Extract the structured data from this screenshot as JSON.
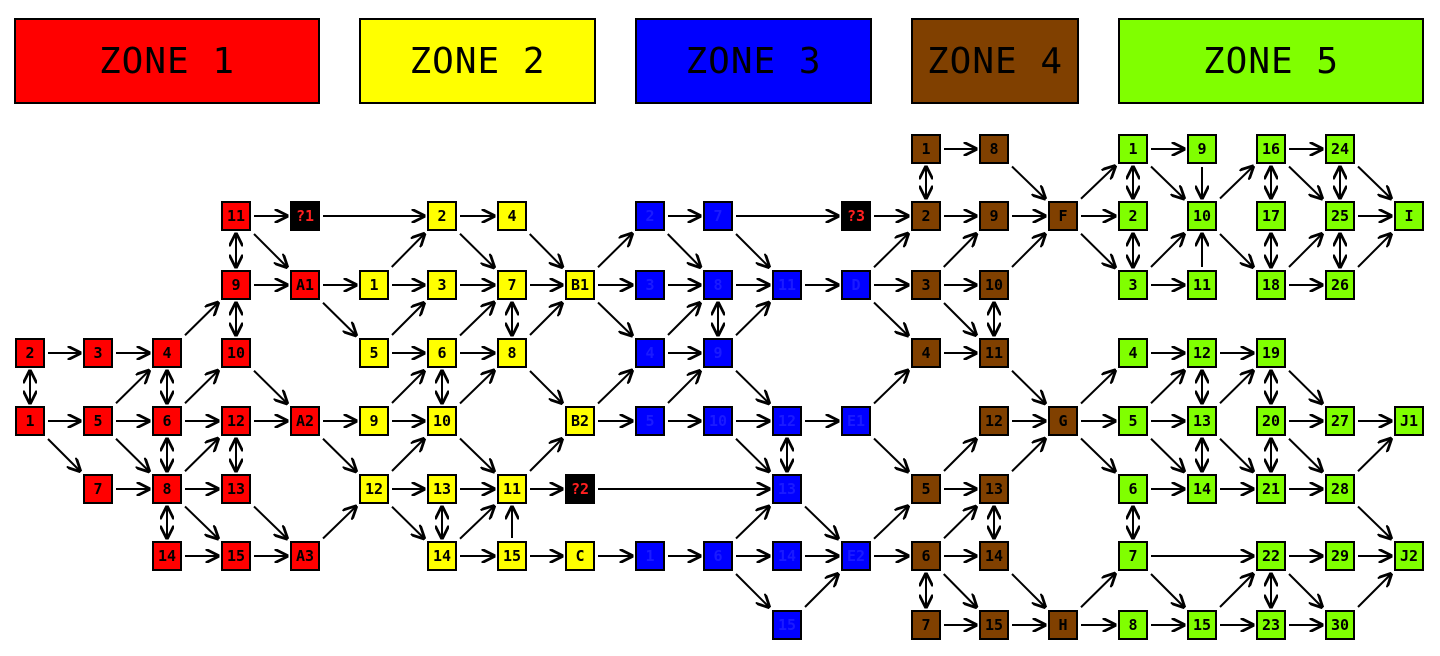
{
  "zones": [
    {
      "id": "zone-1",
      "label": "ZONE 1",
      "color": "#ff0000"
    },
    {
      "id": "zone-2",
      "label": "ZONE 2",
      "color": "#ffff00"
    },
    {
      "id": "zone-3",
      "label": "ZONE 3",
      "color": "#0000ff"
    },
    {
      "id": "zone-4",
      "label": "ZONE 4",
      "color": "#804000"
    },
    {
      "id": "zone-5",
      "label": "ZONE 5",
      "color": "#80ff00"
    }
  ],
  "special_color": "#000000",
  "special_text_color": "#ff2020",
  "nodes": [
    {
      "id": "z1-1",
      "label": "1",
      "zone": 1
    },
    {
      "id": "z1-2",
      "label": "2",
      "zone": 1
    },
    {
      "id": "z1-3",
      "label": "3",
      "zone": 1
    },
    {
      "id": "z1-4",
      "label": "4",
      "zone": 1
    },
    {
      "id": "z1-5",
      "label": "5",
      "zone": 1
    },
    {
      "id": "z1-6",
      "label": "6",
      "zone": 1
    },
    {
      "id": "z1-7",
      "label": "7",
      "zone": 1
    },
    {
      "id": "z1-8",
      "label": "8",
      "zone": 1
    },
    {
      "id": "z1-9",
      "label": "9",
      "zone": 1
    },
    {
      "id": "z1-10",
      "label": "10",
      "zone": 1
    },
    {
      "id": "z1-11",
      "label": "11",
      "zone": 1
    },
    {
      "id": "z1-12",
      "label": "12",
      "zone": 1
    },
    {
      "id": "z1-13",
      "label": "13",
      "zone": 1
    },
    {
      "id": "z1-14",
      "label": "14",
      "zone": 1
    },
    {
      "id": "z1-15",
      "label": "15",
      "zone": 1
    },
    {
      "id": "A1",
      "label": "A1",
      "zone": 1
    },
    {
      "id": "A2",
      "label": "A2",
      "zone": 1
    },
    {
      "id": "A3",
      "label": "A3",
      "zone": 1
    },
    {
      "id": "q1",
      "label": "?1",
      "zone": 0
    },
    {
      "id": "q2",
      "label": "?2",
      "zone": 0
    },
    {
      "id": "q3",
      "label": "?3",
      "zone": 0
    },
    {
      "id": "z2-1",
      "label": "1",
      "zone": 2
    },
    {
      "id": "z2-2",
      "label": "2",
      "zone": 2
    },
    {
      "id": "z2-3",
      "label": "3",
      "zone": 2
    },
    {
      "id": "z2-4",
      "label": "4",
      "zone": 2
    },
    {
      "id": "z2-5",
      "label": "5",
      "zone": 2
    },
    {
      "id": "z2-6",
      "label": "6",
      "zone": 2
    },
    {
      "id": "z2-7",
      "label": "7",
      "zone": 2
    },
    {
      "id": "z2-8",
      "label": "8",
      "zone": 2
    },
    {
      "id": "z2-9",
      "label": "9",
      "zone": 2
    },
    {
      "id": "z2-10",
      "label": "10",
      "zone": 2
    },
    {
      "id": "z2-11",
      "label": "11",
      "zone": 2
    },
    {
      "id": "z2-12",
      "label": "12",
      "zone": 2
    },
    {
      "id": "z2-13",
      "label": "13",
      "zone": 2
    },
    {
      "id": "z2-14",
      "label": "14",
      "zone": 2
    },
    {
      "id": "z2-15",
      "label": "15",
      "zone": 2
    },
    {
      "id": "B1",
      "label": "B1",
      "zone": 2
    },
    {
      "id": "B2",
      "label": "B2",
      "zone": 2
    },
    {
      "id": "C",
      "label": "C",
      "zone": 2
    },
    {
      "id": "z3-1",
      "label": "1",
      "zone": 3
    },
    {
      "id": "z3-2",
      "label": "2",
      "zone": 3
    },
    {
      "id": "z3-3",
      "label": "3",
      "zone": 3
    },
    {
      "id": "z3-4",
      "label": "4",
      "zone": 3
    },
    {
      "id": "z3-5",
      "label": "5",
      "zone": 3
    },
    {
      "id": "z3-6",
      "label": "6",
      "zone": 3
    },
    {
      "id": "z3-7",
      "label": "7",
      "zone": 3
    },
    {
      "id": "z3-8",
      "label": "8",
      "zone": 3
    },
    {
      "id": "z3-9",
      "label": "9",
      "zone": 3
    },
    {
      "id": "z3-10",
      "label": "10",
      "zone": 3
    },
    {
      "id": "z3-11",
      "label": "11",
      "zone": 3
    },
    {
      "id": "z3-12",
      "label": "12",
      "zone": 3
    },
    {
      "id": "z3-13",
      "label": "13",
      "zone": 3
    },
    {
      "id": "z3-14",
      "label": "14",
      "zone": 3
    },
    {
      "id": "z3-15",
      "label": "15",
      "zone": 3
    },
    {
      "id": "D",
      "label": "D",
      "zone": 3
    },
    {
      "id": "E1",
      "label": "E1",
      "zone": 3
    },
    {
      "id": "E2",
      "label": "E2",
      "zone": 3
    },
    {
      "id": "z4-1",
      "label": "1",
      "zone": 4
    },
    {
      "id": "z4-2",
      "label": "2",
      "zone": 4
    },
    {
      "id": "z4-3",
      "label": "3",
      "zone": 4
    },
    {
      "id": "z4-4",
      "label": "4",
      "zone": 4
    },
    {
      "id": "z4-5",
      "label": "5",
      "zone": 4
    },
    {
      "id": "z4-6",
      "label": "6",
      "zone": 4
    },
    {
      "id": "z4-7",
      "label": "7",
      "zone": 4
    },
    {
      "id": "z4-8",
      "label": "8",
      "zone": 4
    },
    {
      "id": "z4-9",
      "label": "9",
      "zone": 4
    },
    {
      "id": "z4-10",
      "label": "10",
      "zone": 4
    },
    {
      "id": "z4-11",
      "label": "11",
      "zone": 4
    },
    {
      "id": "z4-12",
      "label": "12",
      "zone": 4
    },
    {
      "id": "z4-13",
      "label": "13",
      "zone": 4
    },
    {
      "id": "z4-14",
      "label": "14",
      "zone": 4
    },
    {
      "id": "z4-15",
      "label": "15",
      "zone": 4
    },
    {
      "id": "F",
      "label": "F",
      "zone": 4
    },
    {
      "id": "G",
      "label": "G",
      "zone": 4
    },
    {
      "id": "H",
      "label": "H",
      "zone": 4
    },
    {
      "id": "z5-1",
      "label": "1",
      "zone": 5
    },
    {
      "id": "z5-2",
      "label": "2",
      "zone": 5
    },
    {
      "id": "z5-3",
      "label": "3",
      "zone": 5
    },
    {
      "id": "z5-4",
      "label": "4",
      "zone": 5
    },
    {
      "id": "z5-5",
      "label": "5",
      "zone": 5
    },
    {
      "id": "z5-6",
      "label": "6",
      "zone": 5
    },
    {
      "id": "z5-7",
      "label": "7",
      "zone": 5
    },
    {
      "id": "z5-8",
      "label": "8",
      "zone": 5
    },
    {
      "id": "z5-9",
      "label": "9",
      "zone": 5
    },
    {
      "id": "z5-10",
      "label": "10",
      "zone": 5
    },
    {
      "id": "z5-11",
      "label": "11",
      "zone": 5
    },
    {
      "id": "z5-12",
      "label": "12",
      "zone": 5
    },
    {
      "id": "z5-13",
      "label": "13",
      "zone": 5
    },
    {
      "id": "z5-14",
      "label": "14",
      "zone": 5
    },
    {
      "id": "z5-15",
      "label": "15",
      "zone": 5
    },
    {
      "id": "z5-16",
      "label": "16",
      "zone": 5
    },
    {
      "id": "z5-17",
      "label": "17",
      "zone": 5
    },
    {
      "id": "z5-18",
      "label": "18",
      "zone": 5
    },
    {
      "id": "z5-19",
      "label": "19",
      "zone": 5
    },
    {
      "id": "z5-20",
      "label": "20",
      "zone": 5
    },
    {
      "id": "z5-21",
      "label": "21",
      "zone": 5
    },
    {
      "id": "z5-22",
      "label": "22",
      "zone": 5
    },
    {
      "id": "z5-23",
      "label": "23",
      "zone": 5
    },
    {
      "id": "z5-24",
      "label": "24",
      "zone": 5
    },
    {
      "id": "z5-25",
      "label": "25",
      "zone": 5
    },
    {
      "id": "z5-26",
      "label": "26",
      "zone": 5
    },
    {
      "id": "z5-27",
      "label": "27",
      "zone": 5
    },
    {
      "id": "z5-28",
      "label": "28",
      "zone": 5
    },
    {
      "id": "z5-29",
      "label": "29",
      "zone": 5
    },
    {
      "id": "z5-30",
      "label": "30",
      "zone": 5
    },
    {
      "id": "I",
      "label": "I",
      "zone": 5
    },
    {
      "id": "J1",
      "label": "J1",
      "zone": 5
    },
    {
      "id": "J2",
      "label": "J2",
      "zone": 5
    }
  ],
  "edges": [
    [
      "z1-2",
      "z1-3"
    ],
    [
      "z1-3",
      "z1-4"
    ],
    [
      "z1-1",
      "z1-5"
    ],
    [
      "z1-5",
      "z1-6"
    ],
    [
      "z1-6",
      "z1-12"
    ],
    [
      "z1-12",
      "A2"
    ],
    [
      "z1-1",
      "z1-7"
    ],
    [
      "z1-7",
      "z1-8"
    ],
    [
      "z1-8",
      "z1-13"
    ],
    [
      "z1-14",
      "z1-15"
    ],
    [
      "z1-15",
      "A3"
    ],
    [
      "z1-13",
      "A3"
    ],
    [
      "z1-5",
      "z1-4"
    ],
    [
      "z1-5",
      "z1-8"
    ],
    [
      "z1-6",
      "z1-10"
    ],
    [
      "z1-8",
      "z1-12"
    ],
    [
      "z1-8",
      "z1-15"
    ],
    [
      "z1-4",
      "z1-9"
    ],
    [
      "z1-9",
      "A1"
    ],
    [
      "z1-11",
      "q1"
    ],
    [
      "z1-11",
      "A1"
    ],
    [
      "z1-10",
      "A2"
    ],
    [
      "q1",
      "z2-2"
    ],
    [
      "A1",
      "z2-1"
    ],
    [
      "A1",
      "z2-5"
    ],
    [
      "A2",
      "z2-9"
    ],
    [
      "A2",
      "z2-12"
    ],
    [
      "A3",
      "z2-12"
    ],
    [
      "z2-1",
      "z2-3"
    ],
    [
      "z2-1",
      "z2-2"
    ],
    [
      "z2-2",
      "z2-4"
    ],
    [
      "z2-2",
      "z2-7"
    ],
    [
      "z2-3",
      "z2-7"
    ],
    [
      "z2-5",
      "z2-6"
    ],
    [
      "z2-5",
      "z2-3"
    ],
    [
      "z2-6",
      "z2-8"
    ],
    [
      "z2-6",
      "z2-7"
    ],
    [
      "z2-9",
      "z2-10"
    ],
    [
      "z2-9",
      "z2-6"
    ],
    [
      "z2-10",
      "z2-8"
    ],
    [
      "z2-10",
      "z2-11"
    ],
    [
      "z2-12",
      "z2-10"
    ],
    [
      "z2-12",
      "z2-13"
    ],
    [
      "z2-12",
      "z2-14"
    ],
    [
      "z2-13",
      "z2-11"
    ],
    [
      "z2-14",
      "z2-11"
    ],
    [
      "z2-14",
      "z2-15"
    ],
    [
      "z2-15",
      "z2-11"
    ],
    [
      "z2-15",
      "C"
    ],
    [
      "z2-11",
      "q2"
    ],
    [
      "z2-11",
      "B2"
    ],
    [
      "z2-4",
      "B1"
    ],
    [
      "z2-7",
      "B1"
    ],
    [
      "z2-8",
      "B1"
    ],
    [
      "z2-8",
      "B2"
    ],
    [
      "q2",
      "z3-13"
    ],
    [
      "B1",
      "z3-2"
    ],
    [
      "B1",
      "z3-3"
    ],
    [
      "B1",
      "z3-4"
    ],
    [
      "B2",
      "z3-4"
    ],
    [
      "B2",
      "z3-5"
    ],
    [
      "C",
      "z3-1"
    ],
    [
      "z3-1",
      "z3-6"
    ],
    [
      "z3-2",
      "z3-7"
    ],
    [
      "z3-2",
      "z3-8"
    ],
    [
      "z3-3",
      "z3-8"
    ],
    [
      "z3-4",
      "z3-8"
    ],
    [
      "z3-4",
      "z3-9"
    ],
    [
      "z3-5",
      "z3-10"
    ],
    [
      "z3-5",
      "z3-9"
    ],
    [
      "z3-7",
      "q3"
    ],
    [
      "z3-7",
      "z3-11"
    ],
    [
      "z3-8",
      "z3-11"
    ],
    [
      "z3-9",
      "z3-11"
    ],
    [
      "z3-9",
      "z3-12"
    ],
    [
      "z3-10",
      "z3-12"
    ],
    [
      "z3-10",
      "z3-13"
    ],
    [
      "z3-6",
      "z3-13"
    ],
    [
      "z3-6",
      "z3-14"
    ],
    [
      "z3-6",
      "z3-15"
    ],
    [
      "z3-11",
      "D"
    ],
    [
      "z3-12",
      "E1"
    ],
    [
      "z3-13",
      "E2"
    ],
    [
      "z3-14",
      "E2"
    ],
    [
      "z3-15",
      "E2"
    ],
    [
      "q3",
      "z4-2"
    ],
    [
      "D",
      "z4-2"
    ],
    [
      "D",
      "z4-3"
    ],
    [
      "D",
      "z4-4"
    ],
    [
      "E1",
      "z4-4"
    ],
    [
      "E1",
      "z4-5"
    ],
    [
      "E2",
      "z4-5"
    ],
    [
      "E2",
      "z4-6"
    ],
    [
      "z4-1",
      "z4-8"
    ],
    [
      "z4-2",
      "z4-9"
    ],
    [
      "z4-3",
      "z4-9"
    ],
    [
      "z4-3",
      "z4-10"
    ],
    [
      "z4-3",
      "z4-11"
    ],
    [
      "z4-4",
      "z4-11"
    ],
    [
      "z4-5",
      "z4-12"
    ],
    [
      "z4-5",
      "z4-13"
    ],
    [
      "z4-6",
      "z4-13"
    ],
    [
      "z4-6",
      "z4-14"
    ],
    [
      "z4-6",
      "z4-15"
    ],
    [
      "z4-7",
      "z4-15"
    ],
    [
      "z4-8",
      "F"
    ],
    [
      "z4-9",
      "F"
    ],
    [
      "z4-10",
      "F"
    ],
    [
      "z4-11",
      "G"
    ],
    [
      "z4-12",
      "G"
    ],
    [
      "z4-13",
      "G"
    ],
    [
      "z4-14",
      "H"
    ],
    [
      "z4-15",
      "H"
    ],
    [
      "F",
      "z5-1"
    ],
    [
      "F",
      "z5-2"
    ],
    [
      "F",
      "z5-3"
    ],
    [
      "G",
      "z5-4"
    ],
    [
      "G",
      "z5-5"
    ],
    [
      "G",
      "z5-6"
    ],
    [
      "H",
      "z5-7"
    ],
    [
      "H",
      "z5-8"
    ],
    [
      "z5-1",
      "z5-9"
    ],
    [
      "z5-1",
      "z5-10"
    ],
    [
      "z5-9",
      "z5-10"
    ],
    [
      "z5-3",
      "z5-10"
    ],
    [
      "z5-3",
      "z5-11"
    ],
    [
      "z5-11",
      "z5-10"
    ],
    [
      "z5-10",
      "z5-16"
    ],
    [
      "z5-10",
      "z5-18"
    ],
    [
      "z5-16",
      "z5-24"
    ],
    [
      "z5-16",
      "z5-25"
    ],
    [
      "z5-18",
      "z5-25"
    ],
    [
      "z5-18",
      "z5-26"
    ],
    [
      "z5-24",
      "I"
    ],
    [
      "z5-25",
      "I"
    ],
    [
      "z5-26",
      "I"
    ],
    [
      "z5-4",
      "z5-12"
    ],
    [
      "z5-5",
      "z5-12"
    ],
    [
      "z5-5",
      "z5-13"
    ],
    [
      "z5-5",
      "z5-14"
    ],
    [
      "z5-6",
      "z5-14"
    ],
    [
      "z5-12",
      "z5-19"
    ],
    [
      "z5-13",
      "z5-19"
    ],
    [
      "z5-13",
      "z5-21"
    ],
    [
      "z5-14",
      "z5-21"
    ],
    [
      "z5-19",
      "z5-27"
    ],
    [
      "z5-20",
      "z5-27"
    ],
    [
      "z5-20",
      "z5-28"
    ],
    [
      "z5-21",
      "z5-28"
    ],
    [
      "z5-27",
      "J1"
    ],
    [
      "z5-28",
      "J1"
    ],
    [
      "z5-28",
      "J2"
    ],
    [
      "z5-7",
      "z5-22"
    ],
    [
      "z5-7",
      "z5-15"
    ],
    [
      "z5-8",
      "z5-15"
    ],
    [
      "z5-15",
      "z5-22"
    ],
    [
      "z5-15",
      "z5-23"
    ],
    [
      "z5-22",
      "z5-29"
    ],
    [
      "z5-22",
      "z5-30"
    ],
    [
      "z5-23",
      "z5-30"
    ],
    [
      "z5-29",
      "J2"
    ],
    [
      "z5-30",
      "J2"
    ]
  ],
  "bidirectional": [
    [
      "z1-2",
      "z1-1"
    ],
    [
      "z1-4",
      "z1-6"
    ],
    [
      "z1-6",
      "z1-8"
    ],
    [
      "z1-8",
      "z1-14"
    ],
    [
      "z1-12",
      "z1-13"
    ],
    [
      "z1-9",
      "z1-10"
    ],
    [
      "z1-11",
      "z1-9"
    ],
    [
      "z2-6",
      "z2-10"
    ],
    [
      "z2-7",
      "z2-8"
    ],
    [
      "z2-13",
      "z2-14"
    ],
    [
      "z3-8",
      "z3-9"
    ],
    [
      "z3-12",
      "z3-13"
    ],
    [
      "z4-1",
      "z4-2"
    ],
    [
      "z4-10",
      "z4-11"
    ],
    [
      "z4-13",
      "z4-14"
    ],
    [
      "z4-6",
      "z4-7"
    ],
    [
      "z5-1",
      "z5-2"
    ],
    [
      "z5-2",
      "z5-3"
    ],
    [
      "z5-16",
      "z5-17"
    ],
    [
      "z5-17",
      "z5-18"
    ],
    [
      "z5-24",
      "z5-25"
    ],
    [
      "z5-25",
      "z5-26"
    ],
    [
      "z5-12",
      "z5-13"
    ],
    [
      "z5-13",
      "z5-14"
    ],
    [
      "z5-19",
      "z5-20"
    ],
    [
      "z5-20",
      "z5-21"
    ],
    [
      "z5-6",
      "z5-7"
    ],
    [
      "z5-22",
      "z5-23"
    ]
  ]
}
